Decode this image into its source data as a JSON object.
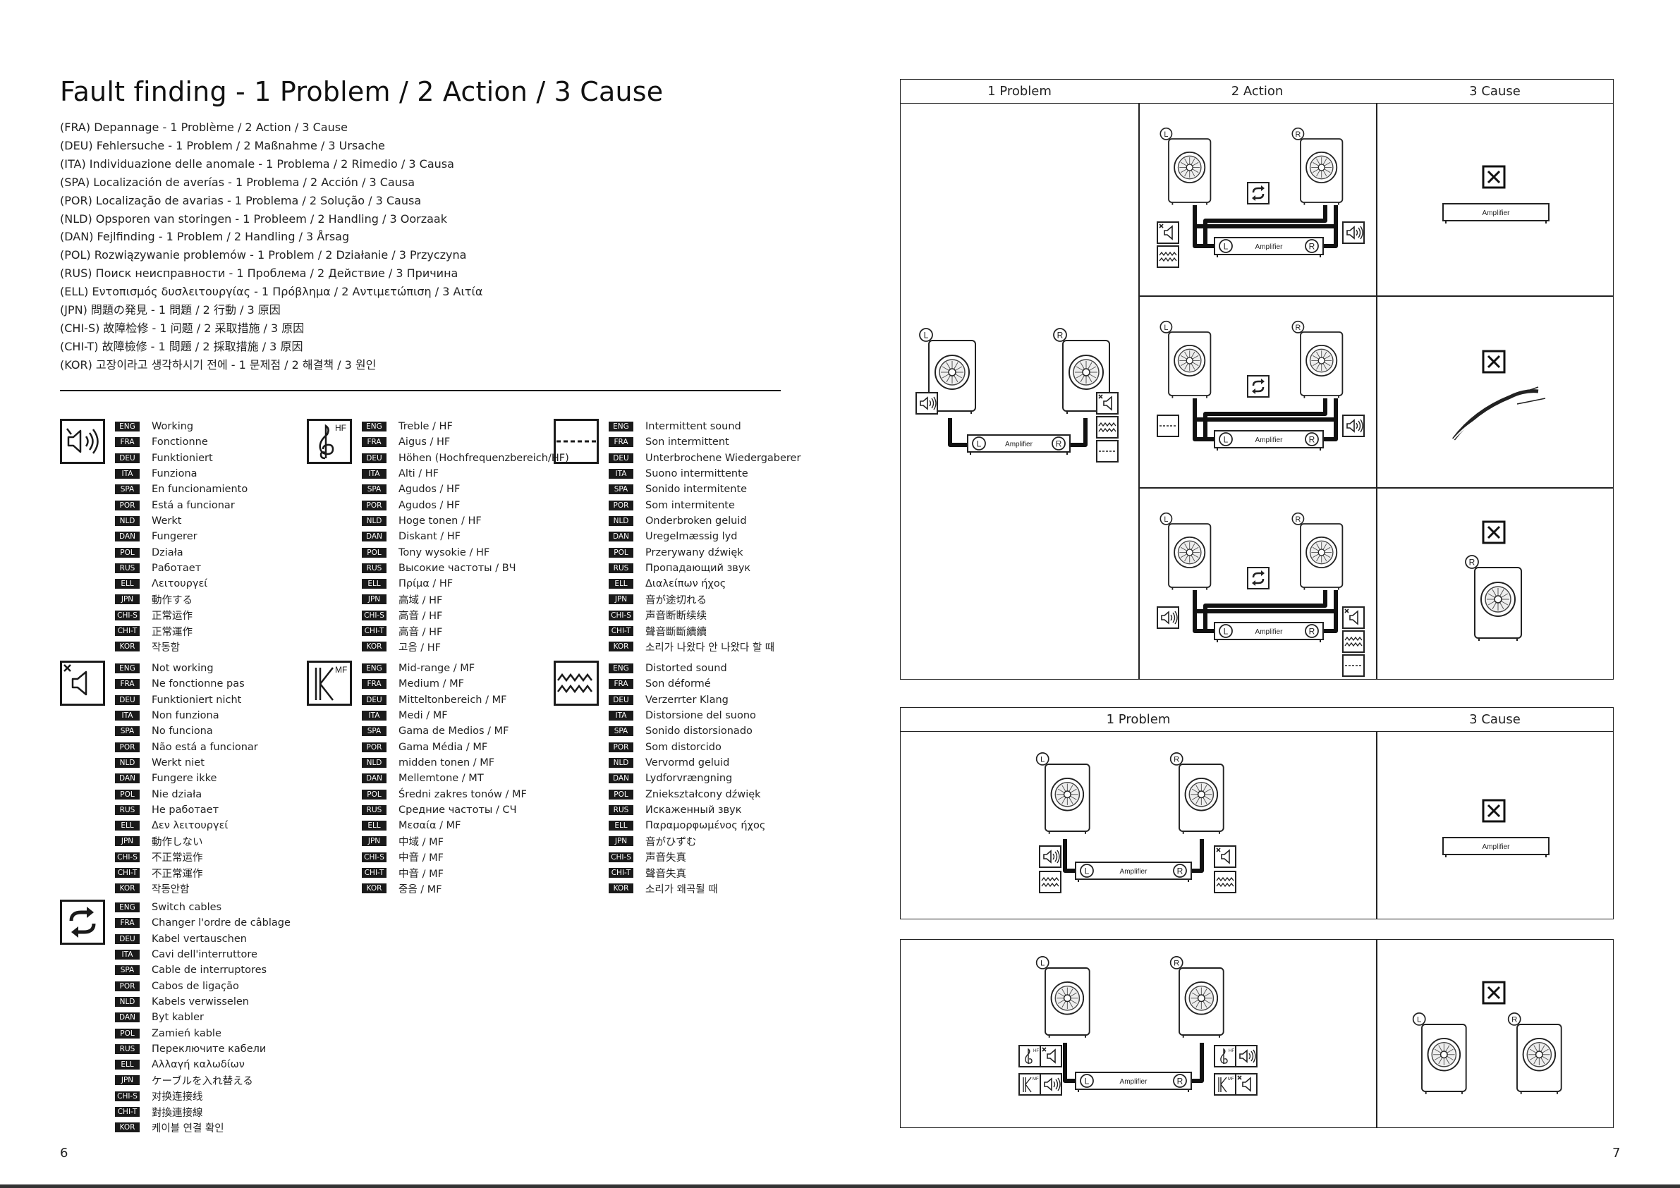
{
  "page": {
    "title": "Fault finding - 1 Problem / 2 Action / 3 Cause",
    "translations": [
      "(FRA) Depannage - 1 Problème / 2 Action / 3 Cause",
      "(DEU) Fehlersuche - 1 Problem / 2 Maßnahme / 3 Ursache",
      "(ITA) Individuazione delle anomale - 1 Problema / 2 Rimedio / 3 Causa",
      "(SPA) Localización de averías - 1 Problema / 2 Acción / 3 Causa",
      "(POR) Localização de avarias - 1 Problema / 2 Solução / 3 Causa",
      "(NLD) Opsporen van storingen - 1 Probleem / 2 Handling / 3 Oorzaak",
      "(DAN) Fejlfinding - 1 Problem / 2 Handling / 3 Årsag",
      "(POL) Rozwiązywanie problemów - 1 Problem / 2 Działanie / 3 Przyczyna",
      "(RUS) Поиск неисправности - 1 Проблема / 2 Действие / 3 Причина",
      "(ELL) Εντοπισμός δυσλειτουργίας - 1 Πρόβλημα / 2 Αντιμετώπιση / 3 Αιτία",
      "(JPN) 問題の発見 - 1 問題 / 2 行動 / 3 原因",
      "(CHI-S) 故障检修 - 1 问题 / 2 采取措施 / 3 原因",
      "(CHI-T) 故障檢修 - 1 問題 / 2 採取措施 / 3 原因",
      "(KOR) 고장이라고 생각하시기 전에 - 1 문제점 / 2 해결책 / 3 원인"
    ],
    "page_left_number": "6",
    "page_right_number": "7"
  },
  "codes": [
    "ENG",
    "FRA",
    "DEU",
    "ITA",
    "SPA",
    "POR",
    "NLD",
    "DAN",
    "POL",
    "RUS",
    "ELL",
    "JPN",
    "CHI-S",
    "CHI-T",
    "KOR"
  ],
  "legends": {
    "working": {
      "icon": "speaker-working-icon",
      "items": [
        "Working",
        "Fonctionne",
        "Funktioniert",
        "Funziona",
        "En funcionamiento",
        "Está a funcionar",
        "Werkt",
        "Fungerer",
        "Działa",
        "Работает",
        "Λειτουργεί",
        "動作する",
        "正常运作",
        "正常運作",
        "작동함"
      ]
    },
    "not_working": {
      "icon": "speaker-not-working-icon",
      "items": [
        "Not working",
        "Ne fonctionne pas",
        "Funktioniert nicht",
        "Non funziona",
        "No funciona",
        "Não está a funcionar",
        "Werkt niet",
        "Fungere ikke",
        "Nie działa",
        "Не работает",
        "Δεν λειτουργεί",
        "動作しない",
        "不正常运作",
        "不正常運作",
        "작동안함"
      ]
    },
    "switch": {
      "icon": "switch-cables-icon",
      "items": [
        "Switch cables",
        "Changer l'ordre de câblage",
        "Kabel vertauschen",
        "Cavi dell'interruttore",
        "Cable de interruptores",
        "Cabos de ligação",
        "Kabels verwisselen",
        "Byt kabler",
        "Zamień kable",
        "Переключите кабели",
        "Αλλαγή καλωδίων",
        "ケーブルを入れ替える",
        "对换连接线",
        "對換連接線",
        "케이블 연결 확인"
      ]
    },
    "treble": {
      "icon": "treble-clef-hf-icon",
      "badge": "HF",
      "items": [
        "Treble / HF",
        "Aigus / HF",
        "Höhen (Hochfrequenzbereich/HF)",
        "Alti / HF",
        "Agudos / HF",
        "Agudos / HF",
        "Hoge tonen / HF",
        "Diskant / HF",
        "Tony wysokie / HF",
        "Высокие частоты / ВЧ",
        "Πρίμα / HF",
        "高域 / HF",
        "高音 / HF",
        "高音 / HF",
        "고음 / HF"
      ]
    },
    "midrange": {
      "icon": "midrange-mf-icon",
      "badge": "MF",
      "items": [
        "Mid-range / MF",
        "Medium / MF",
        "Mitteltonbereich / MF",
        "Medi / MF",
        "Gama de Medios / MF",
        "Gama Média / MF",
        "midden tonen / MF",
        "Mellemtone / MT",
        "Średni zakres tonów / MF",
        "Средние частоты / СЧ",
        "Μεσαία / MF",
        "中域 / MF",
        "中音 / MF",
        "中音 / MF",
        "중음 / MF"
      ]
    },
    "intermittent": {
      "icon": "intermittent-sound-icon",
      "items": [
        "Intermittent sound",
        "Son intermittent",
        "Unterbrochene Wiedergaberer",
        "Suono intermittente",
        "Sonido intermitente",
        "Som intermitente",
        "Onderbroken geluid",
        "Uregelmæssig lyd",
        "Przerywany dźwięk",
        "Пропадающий звук",
        "Διαλείπων ήχος",
        "音が途切れる",
        "声音断断续续",
        "聲音斷斷續續",
        "소리가 나왔다 안 나왔다 할 때"
      ]
    },
    "distorted": {
      "icon": "distorted-sound-icon",
      "items": [
        "Distorted sound",
        "Son déformé",
        "Verzerrter Klang",
        "Distorsione del suono",
        "Sonido distorsionado",
        "Som distorcido",
        "Vervormd geluid",
        "Lydforvrængning",
        "Zniekształcony dźwięk",
        "Искаженный звук",
        "Παραμορφωμένος ήχος",
        "音がひずむ",
        "声音失真",
        "聲音失真",
        "소리가 왜곡될 때"
      ]
    }
  },
  "table1": {
    "headers": [
      "1  Problem",
      "2  Action",
      "3  Cause"
    ]
  },
  "table2": {
    "headers": [
      "1  Problem",
      "3  Cause"
    ]
  },
  "diagram_labels": {
    "amplifier": "Amplifier",
    "left": "L",
    "right": "R",
    "hf": "HF",
    "mf": "MF"
  }
}
